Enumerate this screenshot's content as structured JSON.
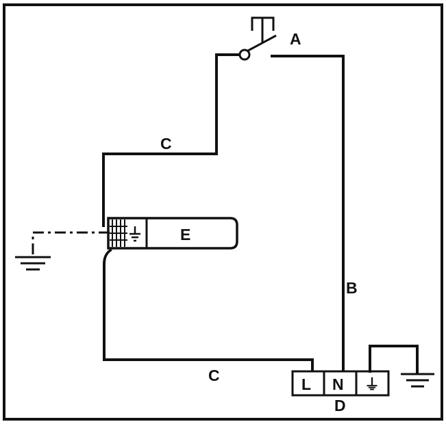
{
  "labels": {
    "switch": "A",
    "wire_b": "B",
    "wire_c_top": "C",
    "wire_c_bottom": "C",
    "terminal_block": "D",
    "lamp": "E"
  },
  "terminals": {
    "live": "L",
    "neutral": "N",
    "earth_symbol": "⏚"
  },
  "colors": {
    "line": "#111111",
    "background": "#ffffff"
  },
  "icons": [
    "switch-icon",
    "earth-ground-icon",
    "lamp-holder-icon"
  ]
}
